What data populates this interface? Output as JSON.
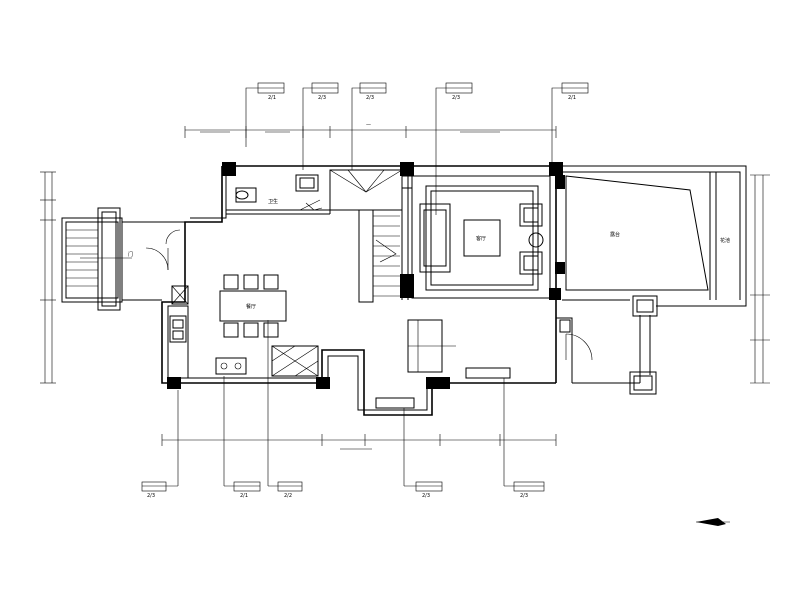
{
  "top_tags": [
    "2/1",
    "2/3",
    "2/3",
    "2/3",
    "2/1"
  ],
  "bottom_tags": [
    "2/3",
    "2/1",
    "2/2",
    "2/3",
    "2/3"
  ],
  "room_labels": {
    "bathroom": "卫生",
    "dining": "餐厅",
    "living": "客厅",
    "entry": "门",
    "terrace": "露台",
    "terrace_side": "花池"
  },
  "colors": {
    "ink": "#000000",
    "paper": "#ffffff"
  }
}
